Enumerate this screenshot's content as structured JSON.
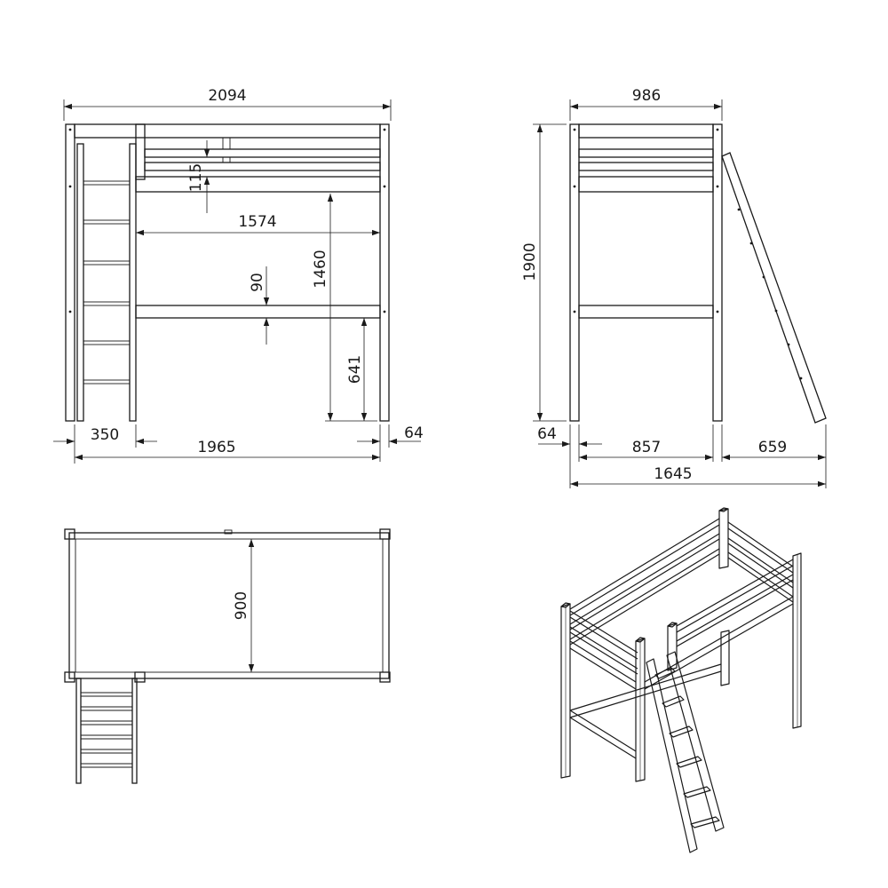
{
  "front_view": {
    "overall_width": "2094",
    "guard_gap": "115",
    "inner_length": "1574",
    "clear_height": "1460",
    "rail_height": "90",
    "underside_height": "641",
    "ladder_width": "350",
    "frame_length": "1965",
    "post_width": "64"
  },
  "side_view": {
    "overall_width": "986",
    "overall_height": "1900",
    "post_width": "64",
    "inner_width": "857",
    "ladder_depth": "659",
    "overall_depth": "1645"
  },
  "top_view": {
    "mattress_width": "900"
  }
}
